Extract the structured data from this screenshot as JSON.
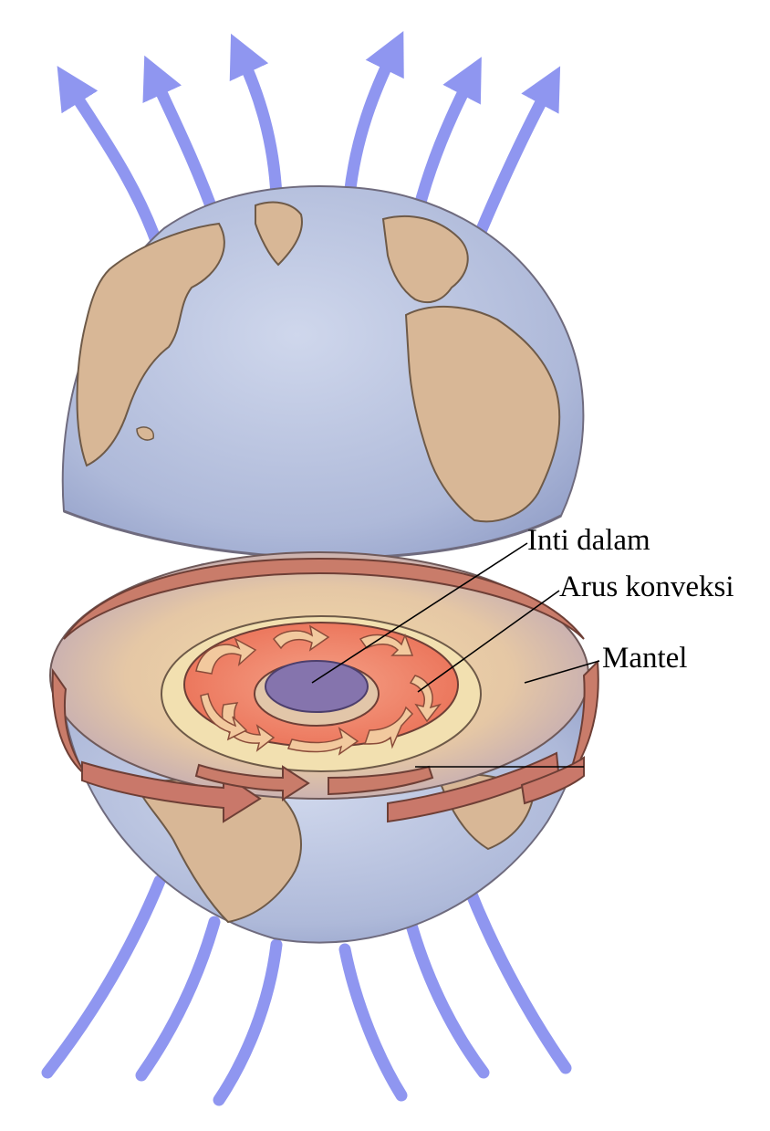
{
  "labels": {
    "inner_core": "Inti dalam",
    "convection_currents": "Arus konveksi",
    "mantle": "Mantel"
  },
  "colors": {
    "field_lines": "#8f96f0",
    "ocean": "#b5c0de",
    "land": "#d8b796",
    "mantle": "#e6c9a4",
    "convection_band": "#c97c6a",
    "outer_core": "#f08a6e",
    "inner_core": "#8574ad"
  },
  "icons": {
    "arrow_up": "field-arrow-up-icon",
    "rotation_arrow": "rotation-arrow-icon",
    "convection_arrow": "convection-arrow-icon"
  }
}
